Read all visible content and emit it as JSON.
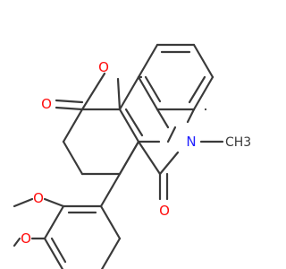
{
  "molecule": {
    "colors": {
      "bond": "#3a3a3a",
      "oxygen": "#ff0d0d",
      "nitrogen": "#2020ff",
      "carbon_text": "#3a3a3a"
    },
    "atoms": {
      "o_ring": "O",
      "o_lactone_carbonyl": "O",
      "o_amide_carbonyl": "O",
      "n_ring": "N",
      "n_methyl": "CH3",
      "o_methoxy_1": "O",
      "o_methoxy_2": "O"
    }
  }
}
